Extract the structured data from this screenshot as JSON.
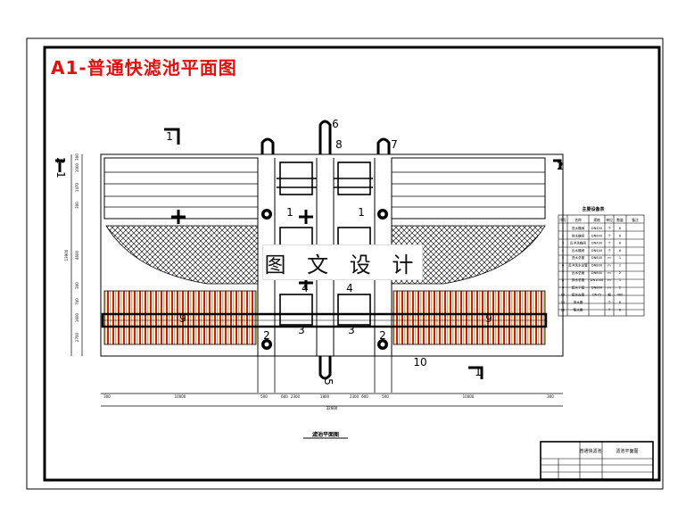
{
  "drawing": {
    "title": "A1-普通快滤池平面图",
    "watermark": "图 文 设 计",
    "plan_caption": "滤池平面图"
  },
  "callouts": [
    "1",
    "1",
    "1",
    "1",
    "1",
    "2",
    "2",
    "2",
    "2",
    "3",
    "3",
    "4",
    "4",
    "5",
    "6",
    "7",
    "8",
    "9",
    "9",
    "10"
  ],
  "dimensions": {
    "bottom": [
      "300",
      "10000",
      "500",
      "600",
      "2300",
      "1800",
      "2300",
      "600",
      "500",
      "10000",
      "300"
    ],
    "overall": "32600",
    "left_rows": [
      "300",
      "1000",
      "1470",
      "300",
      "4600",
      "300",
      "700",
      "1600",
      "2700"
    ],
    "left_total": "13900"
  },
  "materials_table": {
    "title": "主要设备表",
    "headers": [
      "序号",
      "名称",
      "规格",
      "单位",
      "数量",
      "备注"
    ],
    "rows": [
      [
        "1",
        "进水蝶阀",
        "DN400",
        "个",
        "6",
        ""
      ],
      [
        "2",
        "排水蝶阀",
        "DN600",
        "个",
        "6",
        ""
      ],
      [
        "3",
        "反冲洗蝶阀",
        "DN400",
        "个",
        "6",
        ""
      ],
      [
        "4",
        "出水蝶阀",
        "DN400",
        "个",
        "6",
        ""
      ],
      [
        "5",
        "进水总管",
        "DN800",
        "m",
        "1",
        ""
      ],
      [
        "6",
        "反冲洗水总管",
        "DN800",
        "m",
        "1",
        ""
      ],
      [
        "7",
        "出水总管",
        "DN800",
        "m",
        "2",
        ""
      ],
      [
        "8",
        "排水总管",
        "DN1000",
        "m",
        "1",
        ""
      ],
      [
        "9",
        "配水干管",
        "DN800",
        "m",
        "2",
        ""
      ],
      [
        "10",
        "配水支管",
        "DN75",
        "根",
        "480",
        ""
      ],
      [
        "11",
        "排水槽",
        "",
        "个",
        "8",
        ""
      ],
      [
        "12",
        "集水渠",
        "",
        "个",
        "6",
        ""
      ]
    ]
  },
  "title_block": {
    "school": "普通快滤池",
    "drawing_name": "滤池平面图"
  }
}
